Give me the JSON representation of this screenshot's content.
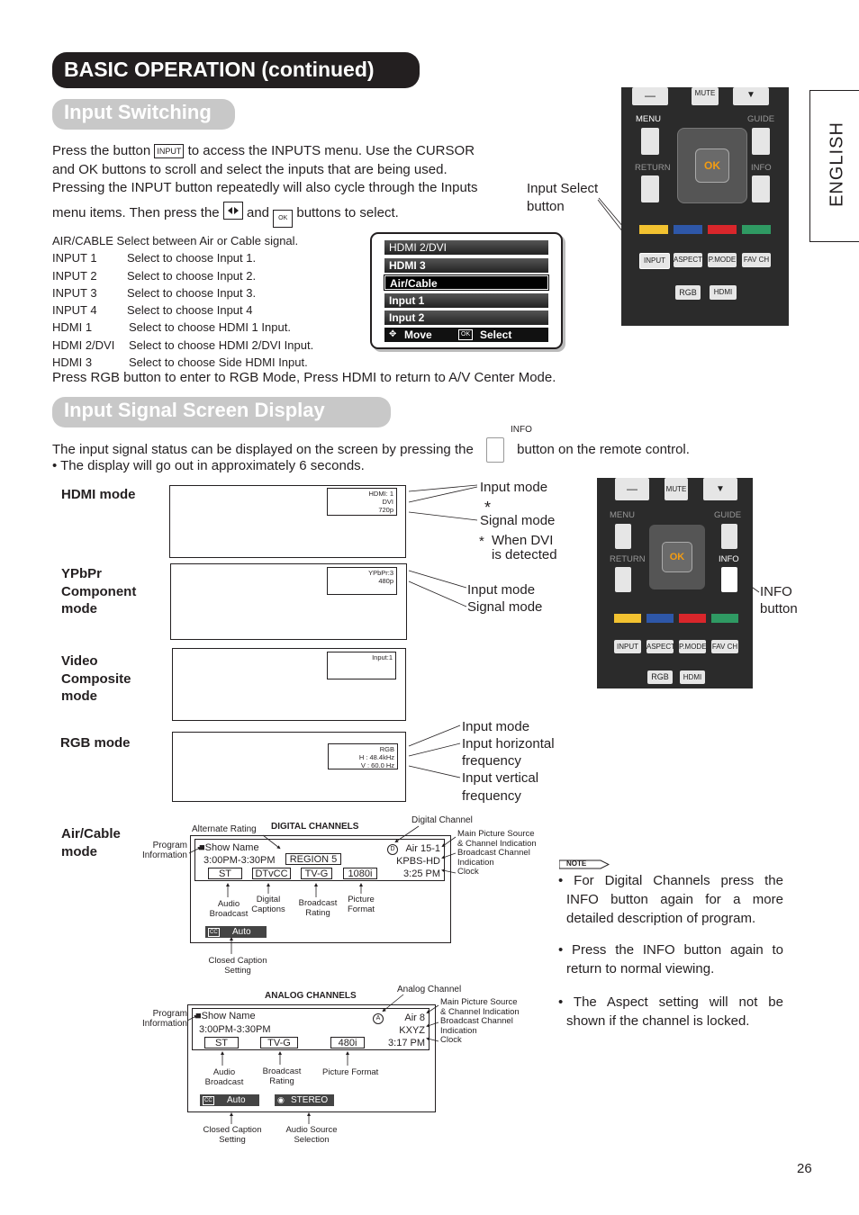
{
  "header": {
    "title": "BASIC OPERATION (continued)",
    "language_tab": "ENGLISH"
  },
  "input_switching": {
    "title": "Input Switching",
    "p1_a": "Press the button",
    "input_icon": "INPUT",
    "p1_b": "to access the INPUTS menu. Use the CURSOR",
    "p1_line2": "and OK buttons to scroll and select the inputs that are being used.",
    "p1_line3": "Pressing the INPUT button repeatedly will also cycle through the Inputs",
    "p1_line4a": "menu items. Then press the",
    "p1_and": "and",
    "ok_icon": "OK",
    "p1_line4b": "buttons to select.",
    "list": [
      {
        "k": "AIR/CABLE",
        "v": "Select between Air or Cable signal."
      },
      {
        "k": "INPUT 1",
        "v": "Select to choose Input 1."
      },
      {
        "k": "INPUT 2",
        "v": "Select to choose Input 2."
      },
      {
        "k": "INPUT 3",
        "v": "Select to choose Input 3."
      },
      {
        "k": "INPUT 4",
        "v": "Select to choose Input 4"
      },
      {
        "k": "HDMI 1",
        "v": "Select to choose HDMI 1 Input."
      },
      {
        "k": "HDMI 2/DVI",
        "v": "Select to choose HDMI 2/DVI Input."
      },
      {
        "k": "HDMI 3",
        "v": "Select to choose Side HDMI Input."
      }
    ],
    "rgb_note": "Press RGB button to enter to RGB Mode, Press HDMI to return to A/V Center Mode.",
    "menu": {
      "items": [
        "HDMI 2/DVI",
        "HDMI 3",
        "Air/Cable",
        "Input 1",
        "Input 2"
      ],
      "selected_index": 2,
      "move": "Move",
      "ok": "OK",
      "select": "Select"
    },
    "callout": "Input Select button"
  },
  "remote": {
    "mute": "MUTE",
    "menu": "MENU",
    "guide": "GUIDE",
    "return": "RETURN",
    "info": "INFO",
    "ok": "OK",
    "input": "INPUT",
    "aspect": "ASPECT",
    "pmode": "P.MODE",
    "favch": "FAV CH",
    "rgb": "RGB",
    "hdmi": "HDMI",
    "colors": [
      "#f2c230",
      "#2e57a8",
      "#d9262b",
      "#2f9a63"
    ]
  },
  "signal_display": {
    "title": "Input Signal Screen Display",
    "info_label": "INFO",
    "p1_a": "The input signal status can be displayed on the screen by pressing the",
    "p1_b": "button on the remote control.",
    "bullet": "• The display will go out in approximately 6 seconds.",
    "hdmi": {
      "label": "HDMI mode",
      "osd": [
        "HDMI: 1",
        "DVI",
        "720p"
      ],
      "input_mode": "Input mode",
      "star": "*",
      "signal_mode": "Signal mode",
      "dvi_note_star": "*",
      "dvi_note1": "When DVI",
      "dvi_note2": "is detected"
    },
    "ypbpr": {
      "label1": "YPbPr",
      "label2": "Component",
      "label3": "mode",
      "osd": [
        "YPbPr:3",
        "480p"
      ],
      "input_mode": "Input mode",
      "signal_mode": "Signal mode"
    },
    "video": {
      "label1": "Video",
      "label2": "Composite",
      "label3": "mode",
      "osd": [
        "Input:1"
      ]
    },
    "rgb": {
      "label": "RGB mode",
      "osd": [
        "RGB",
        "H :   48.4kHz",
        "V :   60.0  Hz"
      ],
      "c1": "Input mode",
      "c2": "Input horizontal",
      "c3": "frequency",
      "c4": "Input vertical",
      "c5": "frequency"
    },
    "info_callout1": "INFO",
    "info_callout2": "button"
  },
  "air_cable": {
    "label1": "Air/Cable",
    "label2": "mode",
    "digital": {
      "header": "DIGITAL CHANNELS",
      "alt_rating": "Alternate Rating",
      "digital_channel": "Digital Channel",
      "prog_info1": "Program",
      "prog_info2": "Information",
      "show": "■Show Name",
      "time": "3:00PM-3:30PM",
      "region": "REGION 5",
      "dmark": "D",
      "ch": "Air 15-1",
      "station": "KPBS-HD",
      "clock": "3:25 PM",
      "boxes": [
        "ST",
        "DTvCC",
        "TV-G",
        "1080i"
      ],
      "right1": "Main Picture Source",
      "right2": "& Channel Indication",
      "right3": "Broadcast Channel",
      "right4": "Indication",
      "right5": "Clock",
      "b1a": "Audio",
      "b1b": "Broadcast",
      "b2a": "Digital",
      "b2b": "Captions",
      "b3a": "Broadcast",
      "b3b": "Rating",
      "b4a": "Picture",
      "b4b": "Format",
      "cc": "Auto",
      "cc_icon": "CC",
      "cc_label1": "Closed Caption",
      "cc_label2": "Setting"
    },
    "analog": {
      "header": "ANALOG CHANNELS",
      "analog_channel": "Analog Channel",
      "prog_info1": "Program",
      "prog_info2": "Information",
      "show": "■Show Name",
      "time": "3:00PM-3:30PM",
      "amark": "A",
      "ch": "Air 8",
      "station": "KXYZ",
      "clock": "3:17 PM",
      "boxes": [
        "ST",
        "TV-G",
        "480i"
      ],
      "right1": "Main Picture Source",
      "right2": "& Channel Indication",
      "right3": "Broadcast Channel",
      "right4": "Indication",
      "right5": "Clock",
      "b1a": "Audio",
      "b1b": "Broadcast",
      "b2a": "Broadcast",
      "b2b": "Rating",
      "b3": "Picture Format",
      "cc": "Auto",
      "cc_icon": "CC",
      "stereo": "STEREO",
      "cc_label1": "Closed Caption",
      "cc_label2": "Setting",
      "as1": "Audio Source",
      "as2": "Selection"
    }
  },
  "notes": {
    "tag": "NOTE",
    "n1a": "• For Digital Channels press the",
    "n1b": "INFO button again for a more",
    "n1c": "detailed description of program.",
    "n2a": "• Press the INFO button again to",
    "n2b": "return to normal viewing.",
    "n3a": "• The Aspect setting will not be",
    "n3b": "shown if the channel is locked."
  },
  "page_number": "26"
}
